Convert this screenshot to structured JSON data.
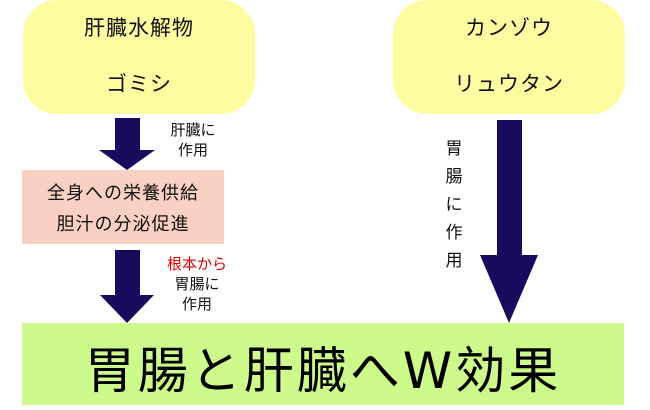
{
  "left_top_box": {
    "line1": "肝臓水解物",
    "line2": "ゴミシ"
  },
  "right_top_box": {
    "line1": "カンゾウ",
    "line2": "リュウタン"
  },
  "arrow1_label": {
    "line1": "肝臓に",
    "line2": "作用"
  },
  "middle_box": {
    "line1": "全身への栄養供給",
    "line2": "胆汁の分泌促進"
  },
  "arrow2_label": {
    "line1": "根本から",
    "line2": "胃腸に",
    "line3": "作用"
  },
  "right_arrow_label": [
    "胃",
    "腸",
    "に",
    "作",
    "用"
  ],
  "bottom_box": {
    "text": "胃腸と肝臓へW効果"
  },
  "colors": {
    "yellow_box": "#fdfca0",
    "pink_box": "#f9d0c2",
    "green_box": "#ccfb8c",
    "arrow": "#1a0a5e",
    "accent_red": "#e00000"
  }
}
